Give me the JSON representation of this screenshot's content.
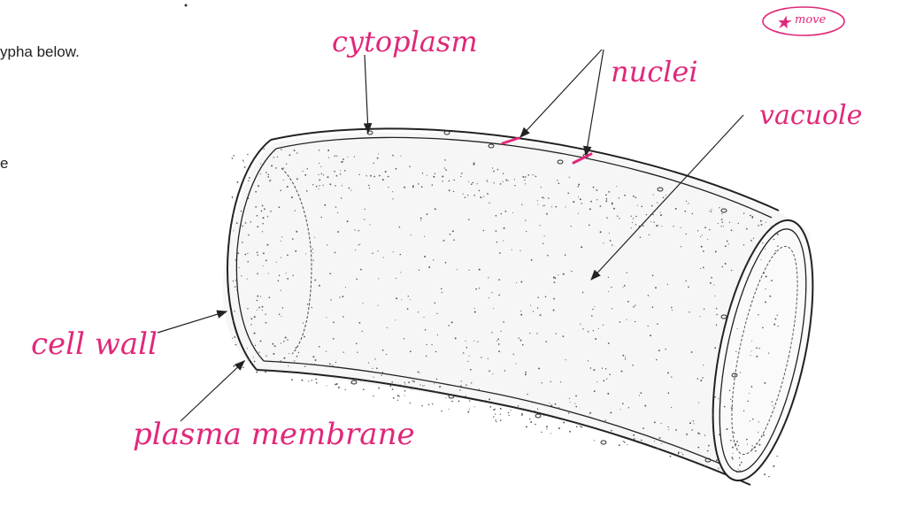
{
  "printed_text": {
    "line1": "ypha below.",
    "line2": "e"
  },
  "labels": {
    "cytoplasm": "cytoplasm",
    "nuclei": "nuclei",
    "vacuole": "vacuole",
    "cell_wall": "cell wall",
    "plasma_membrane": "plasma membrane",
    "note": "move"
  },
  "colors": {
    "annotation": "#e0287a",
    "drawing": "#222222",
    "background": "#ffffff"
  }
}
